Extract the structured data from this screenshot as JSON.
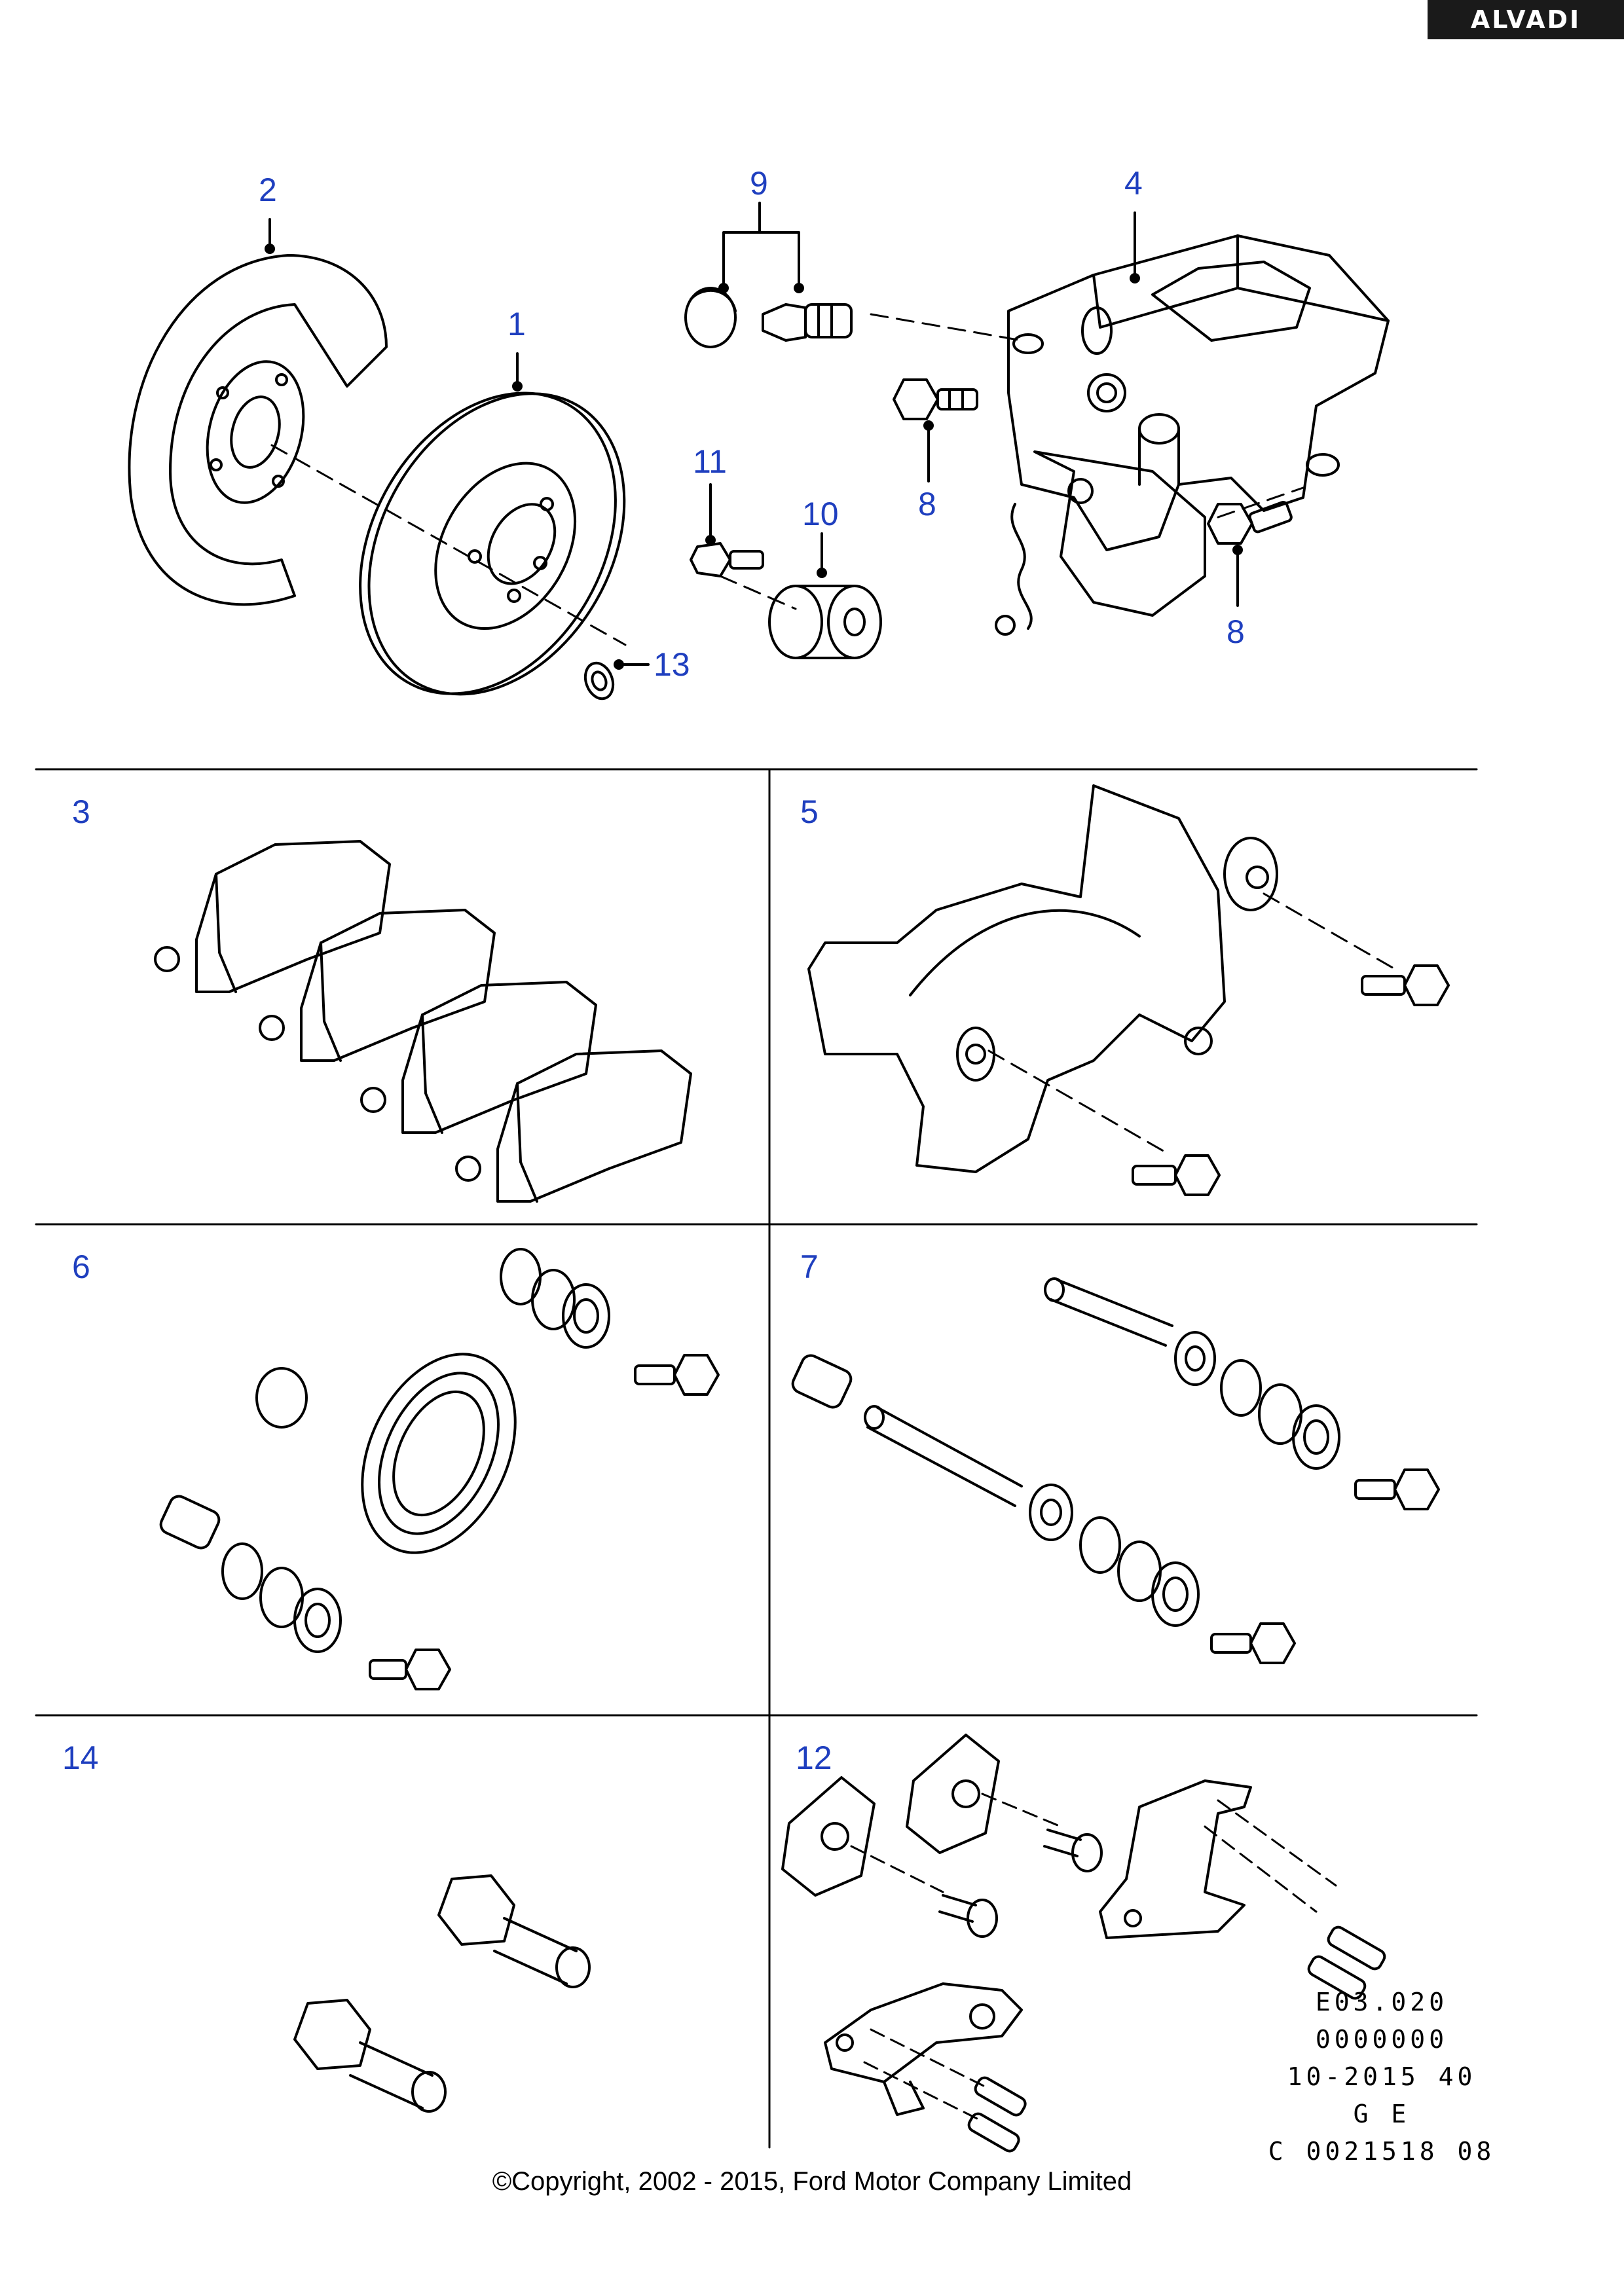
{
  "header": {
    "brand": "ALVADI"
  },
  "callouts": {
    "c1": "1",
    "c2": "2",
    "c4": "4",
    "c9": "9",
    "c8a": "8",
    "c8b": "8",
    "c11": "11",
    "c10": "10",
    "c13": "13"
  },
  "panels": {
    "p3": "3",
    "p5": "5",
    "p6": "6",
    "p7": "7",
    "p14": "14",
    "p12": "12"
  },
  "code_block": {
    "line1": "E03.020",
    "line2": "0000000",
    "line3": "10-2015 40",
    "line4": "G E",
    "line5": "C 0021518 08"
  },
  "footer": {
    "copyright": "©Copyright, 2002 - 2015, Ford Motor Company Limited"
  },
  "colors": {
    "callout": "#1f3fbf",
    "line": "#000000",
    "badge_bg": "#1a1a1a"
  }
}
